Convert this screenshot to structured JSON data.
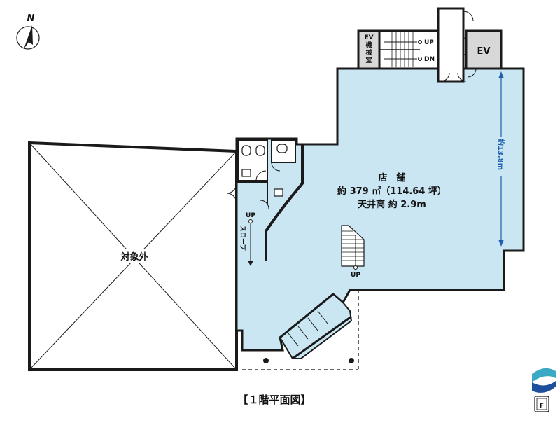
{
  "colors": {
    "store_fill": "#c9e6f2",
    "wall": "#1a1a1a",
    "service_fill": "#d8d8d8",
    "dimension": "#1f5fb0",
    "dashed": "#333333",
    "logo_top": "#3aa9c4",
    "logo_bottom": "#1d4f9a"
  },
  "compass": {
    "label": "N",
    "icon": "north-arrow-icon"
  },
  "rooms": {
    "store": {
      "name": "店　舗",
      "area": "約 379 ㎡（114.64 坪）",
      "ceiling": "天井高 約 2.9m"
    },
    "excluded": {
      "label": "対象外"
    },
    "ev_machine_room": {
      "label_lines": [
        "EV",
        "機",
        "械",
        "室"
      ]
    },
    "elevator": {
      "label": "EV"
    }
  },
  "stairs": {
    "upper_up": "UP",
    "upper_down": "DN",
    "store_up": "UP"
  },
  "slope": {
    "up": "UP",
    "label": "スロープ"
  },
  "dimension": {
    "label": "約13.8m"
  },
  "caption": "【１階平面図】",
  "logo": {
    "icon": "company-logo-icon",
    "badge": "F"
  }
}
